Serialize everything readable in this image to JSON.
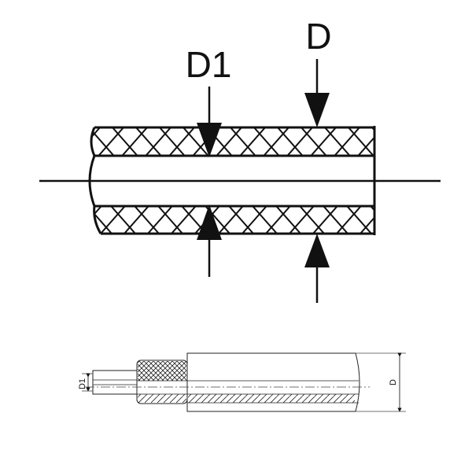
{
  "top_view": {
    "label_outer": "D",
    "label_inner": "D1"
  },
  "bottom_view": {
    "label_outer": "D",
    "label_inner": "D1"
  },
  "colors": {
    "ink": "#111111",
    "background": "#ffffff"
  }
}
